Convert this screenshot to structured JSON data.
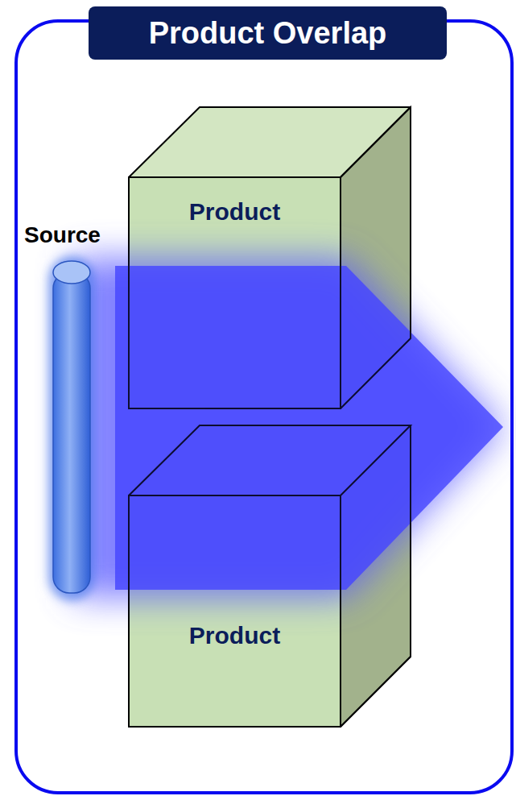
{
  "diagram": {
    "title": "Product Overlap",
    "nodes": [
      {
        "text": [
          "Source"
        ]
      },
      {
        "text": [
          "Product"
        ]
      },
      {
        "text": [
          "Product"
        ]
      }
    ]
  }
}
